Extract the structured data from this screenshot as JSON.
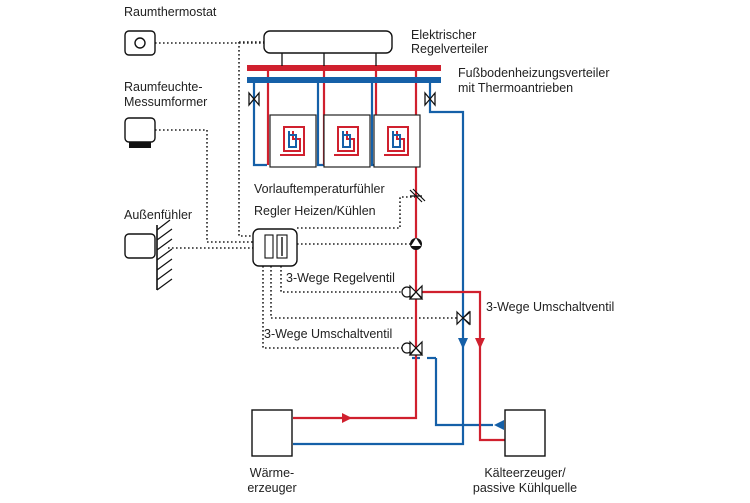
{
  "colors": {
    "supply": "#d0202e",
    "return": "#1560a8",
    "signal": "#222222",
    "outline": "#111111"
  },
  "labels": {
    "room_thermostat": "Raumthermostat",
    "humidity_line1": "Raumfeuchte-",
    "humidity_line2": "Messumformer",
    "outdoor_sensor": "Außenfühler",
    "distributor_line1": "Elektrischer",
    "distributor_line2": "Regelverteiler",
    "manifold_line1": "Fußbodenheizungsverteiler",
    "manifold_line2": "mit Thermoantrieben",
    "flow_sensor": "Vorlauftemperaturfühler",
    "controller": "Regler Heizen/Kühlen",
    "mixing_valve": "3-Wege Regelventil",
    "diverter_valve_right": "3-Wege Umschaltventil",
    "diverter_valve_left": "3-Wege Umschaltventil",
    "heat_gen_line1": "Wärme-",
    "heat_gen_line2": "erzeuger",
    "cold_gen_line1": "Kälteerzeuger/",
    "cold_gen_line2": "passive Kühlquelle"
  }
}
